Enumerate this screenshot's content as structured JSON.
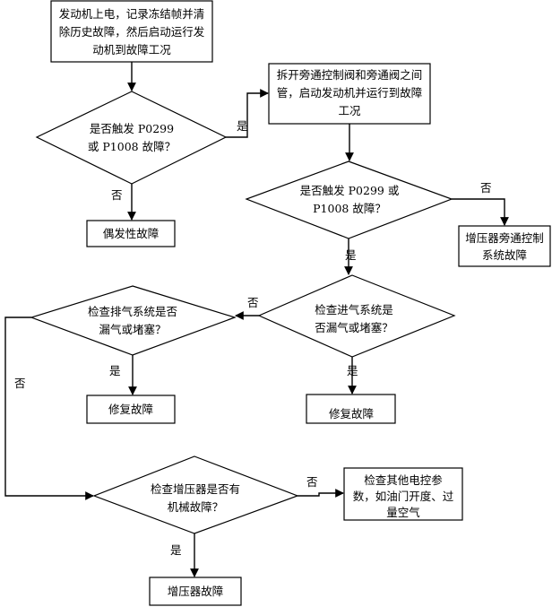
{
  "nodes": {
    "start": [
      "发动机上电，记录冻结帧并清",
      "除历史故障，然后启动运行发",
      "动机到故障工况"
    ],
    "q1": [
      "是否触发 P0299",
      "或 P1008 故障？"
    ],
    "intermittent": [
      "偶发性故障"
    ],
    "remove_pipe": [
      "拆开旁通控制阀和旁通阀之间",
      "管，启动发动机并运行到故障",
      "工况"
    ],
    "q2": [
      "是否触发 P0299 或",
      "P1008 故障？"
    ],
    "bypass_fault": [
      "增压器旁通控制",
      "系统故障"
    ],
    "q_intake": [
      "检查进气系统是",
      "否漏气或堵塞？"
    ],
    "repair_intake": [
      "修复故障"
    ],
    "q_exhaust": [
      "检查排气系统是否",
      "漏气或堵塞？"
    ],
    "repair_exhaust": [
      "修复故障"
    ],
    "q_turbo": [
      "检查增压器是否有",
      "机械故障？"
    ],
    "other_params": [
      "检查其他电控参",
      "数，如油门开度、过",
      "量空气"
    ],
    "turbo_fault": [
      "增压器故障"
    ]
  },
  "labels": {
    "yes": "是",
    "no": "否"
  }
}
